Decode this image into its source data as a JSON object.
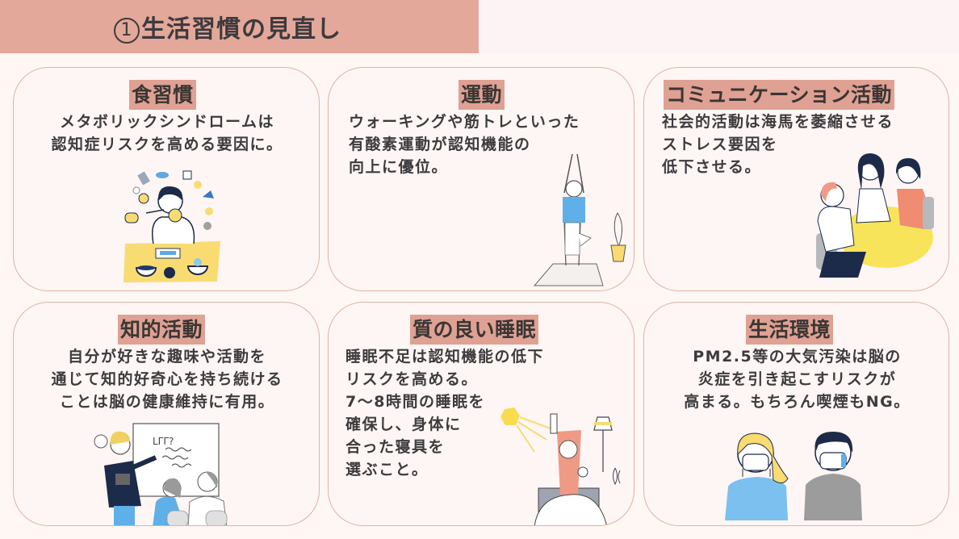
{
  "slide": {
    "title_number": "1",
    "title_text": "生活習慣の見直し",
    "colors": {
      "title_band": "#e3a89a",
      "heading_highlight": "#dfa193",
      "card_background": "#fdf6f4",
      "card_border": "#dcb4a6",
      "page_background": "#fef7f4",
      "text": "#3d3b3e"
    }
  },
  "cards": [
    {
      "heading": "食習慣",
      "body": "メタボリックシンドロームは\n認知症リスクを高める要因に。",
      "illustration": "woman-eating-balanced-meal-icon"
    },
    {
      "heading": "運動",
      "body": "ウォーキングや筋トレといった\n有酸素運動が認知機能の\n向上に優位。",
      "illustration": "woman-yoga-tree-pose-icon"
    },
    {
      "heading": "コミュニケーション活動",
      "body": "社会的活動は海馬を萎縮させる\nストレス要因を\n低下させる。",
      "illustration": "women-chatting-at-table-icon"
    },
    {
      "heading": "知的活動",
      "body": "自分が好きな趣味や活動を\n通じて知的好奇心を持ち続ける\nことは脳の健康維持に有用。",
      "illustration": "teacher-lecturing-seniors-icon"
    },
    {
      "heading": "質の良い睡眠",
      "body": "睡眠不足は認知機能の低下\nリスクを高める。\n7〜8時間の睡眠を\n確保し、身体に\n合った寝具を\n選ぶこと。",
      "illustration": "person-waking-up-stretching-icon"
    },
    {
      "heading": "生活環境",
      "body": "PM2.5等の大気汚染は脳の\n炎症を引き起こすリスクが\n高まる。もちろん喫煙もNG。",
      "illustration": "people-wearing-masks-icon"
    }
  ]
}
